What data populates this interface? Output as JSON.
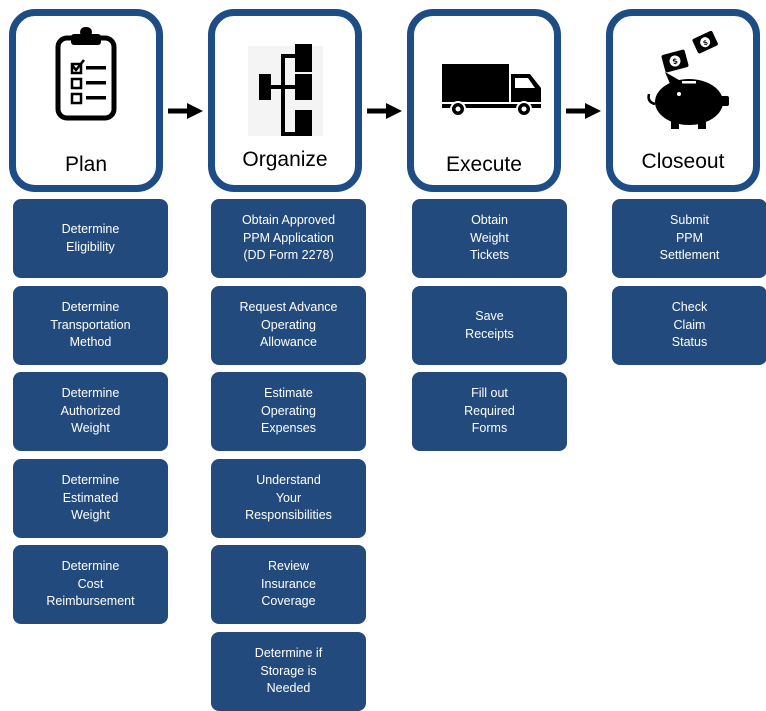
{
  "phases": [
    {
      "title": "Plan",
      "icon": "clipboard-checklist-icon",
      "steps": [
        [
          "Determine",
          "Eligibility"
        ],
        [
          "Determine",
          "Transportation",
          "Method"
        ],
        [
          "Determine",
          "Authorized",
          "Weight"
        ],
        [
          "Determine",
          "Estimated",
          "Weight"
        ],
        [
          "Determine",
          "Cost",
          "Reimbursement"
        ]
      ]
    },
    {
      "title": "Organize",
      "icon": "org-structure-icon",
      "steps": [
        [
          "Obtain Approved",
          "PPM Application",
          "(DD Form 2278)"
        ],
        [
          "Request Advance",
          "Operating",
          "Allowance"
        ],
        [
          "Estimate",
          "Operating",
          "Expenses"
        ],
        [
          "Understand",
          "Your",
          "Responsibilities"
        ],
        [
          "Review",
          "Insurance",
          "Coverage"
        ],
        [
          "Determine if",
          "Storage is",
          "Needed"
        ]
      ]
    },
    {
      "title": "Execute",
      "icon": "truck-icon",
      "steps": [
        [
          "Obtain",
          "Weight",
          "Tickets"
        ],
        [
          "Save",
          "Receipts"
        ],
        [
          "Fill out",
          "Required",
          "Forms"
        ]
      ]
    },
    {
      "title": "Closeout",
      "icon": "piggy-bank-icon",
      "steps": [
        [
          "Submit",
          "PPM",
          "Settlement"
        ],
        [
          "Check",
          "Claim",
          "Status"
        ]
      ]
    }
  ],
  "colors": {
    "card_border": "#1e4d86",
    "step_fill": "#234a7d",
    "step_text": "#ffffff",
    "icon": "#000000",
    "arrow": "#000000"
  }
}
